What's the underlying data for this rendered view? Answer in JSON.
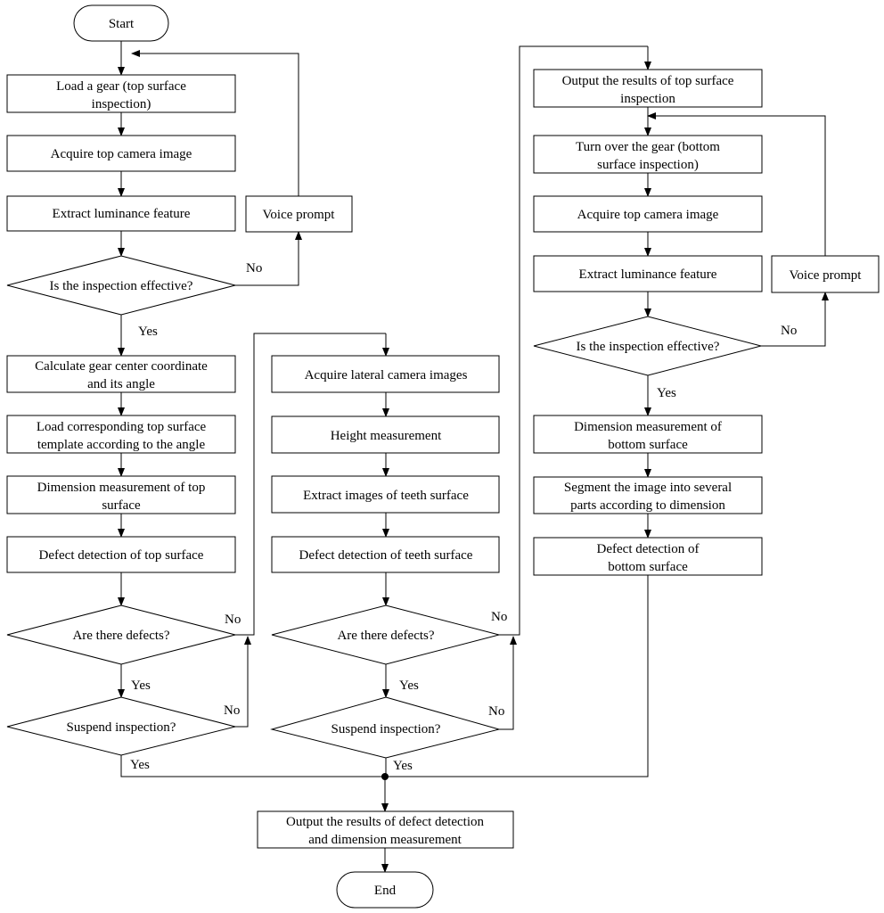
{
  "nodes": {
    "start": "Start",
    "end": "End",
    "load_gear": [
      "Load a gear (top surface",
      "inspection)"
    ],
    "acquire_top_1": "Acquire top camera image",
    "extract_lum_1": "Extract luminance feature",
    "voice_prompt_1": "Voice prompt",
    "effective_1": "Is the inspection effective?",
    "calc_center": [
      "Calculate gear center coordinate",
      "and its angle"
    ],
    "load_template": [
      "Load corresponding top surface",
      "template according to the angle"
    ],
    "dim_top": [
      "Dimension measurement of top",
      "surface"
    ],
    "defect_top": "Defect detection of top surface",
    "defects_q1": "Are there defects?",
    "suspend_q1": "Suspend inspection?",
    "acquire_lateral": "Acquire lateral camera images",
    "height": "Height measurement",
    "extract_teeth": "Extract images of teeth surface",
    "defect_teeth": "Defect detection of teeth surface",
    "defects_q2": "Are there defects?",
    "suspend_q2": "Suspend inspection?",
    "output_top": [
      "Output the results of top surface",
      "inspection"
    ],
    "turn_over": [
      "Turn over the gear (bottom",
      "surface inspection)"
    ],
    "acquire_top_2": "Acquire top camera image",
    "extract_lum_2": "Extract luminance feature",
    "voice_prompt_2": "Voice prompt",
    "effective_2": "Is the inspection effective?",
    "dim_bottom": [
      "Dimension measurement of",
      "bottom surface"
    ],
    "segment": [
      "Segment the image into several",
      "parts according to dimension"
    ],
    "defect_bottom": [
      "Defect detection of",
      "bottom surface"
    ],
    "output_final": [
      "Output the results of defect detection",
      "and dimension measurement"
    ]
  },
  "edge_labels": {
    "yes": "Yes",
    "no": "No"
  }
}
